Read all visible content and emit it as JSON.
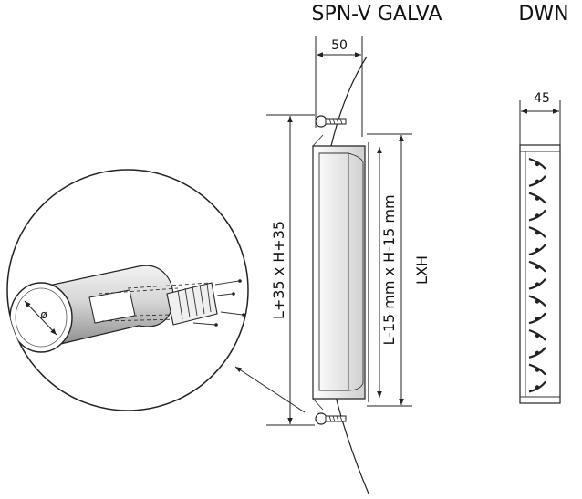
{
  "titles": {
    "left": "SPN-V GALVA",
    "right": "DWN"
  },
  "dimensions": {
    "spn_depth": "50",
    "spn_outer": "L+35 x H+35",
    "spn_cutout": "L-15 mm x H-15 mm",
    "spn_nominal": "LXH",
    "dwn_depth": "45"
  },
  "detail": {
    "diameter_symbol": "ø"
  },
  "colors": {
    "line": "#222222",
    "tube": "#d9d9d9",
    "tube_dark": "#9a9a9a",
    "frame": "#eeeeee"
  }
}
